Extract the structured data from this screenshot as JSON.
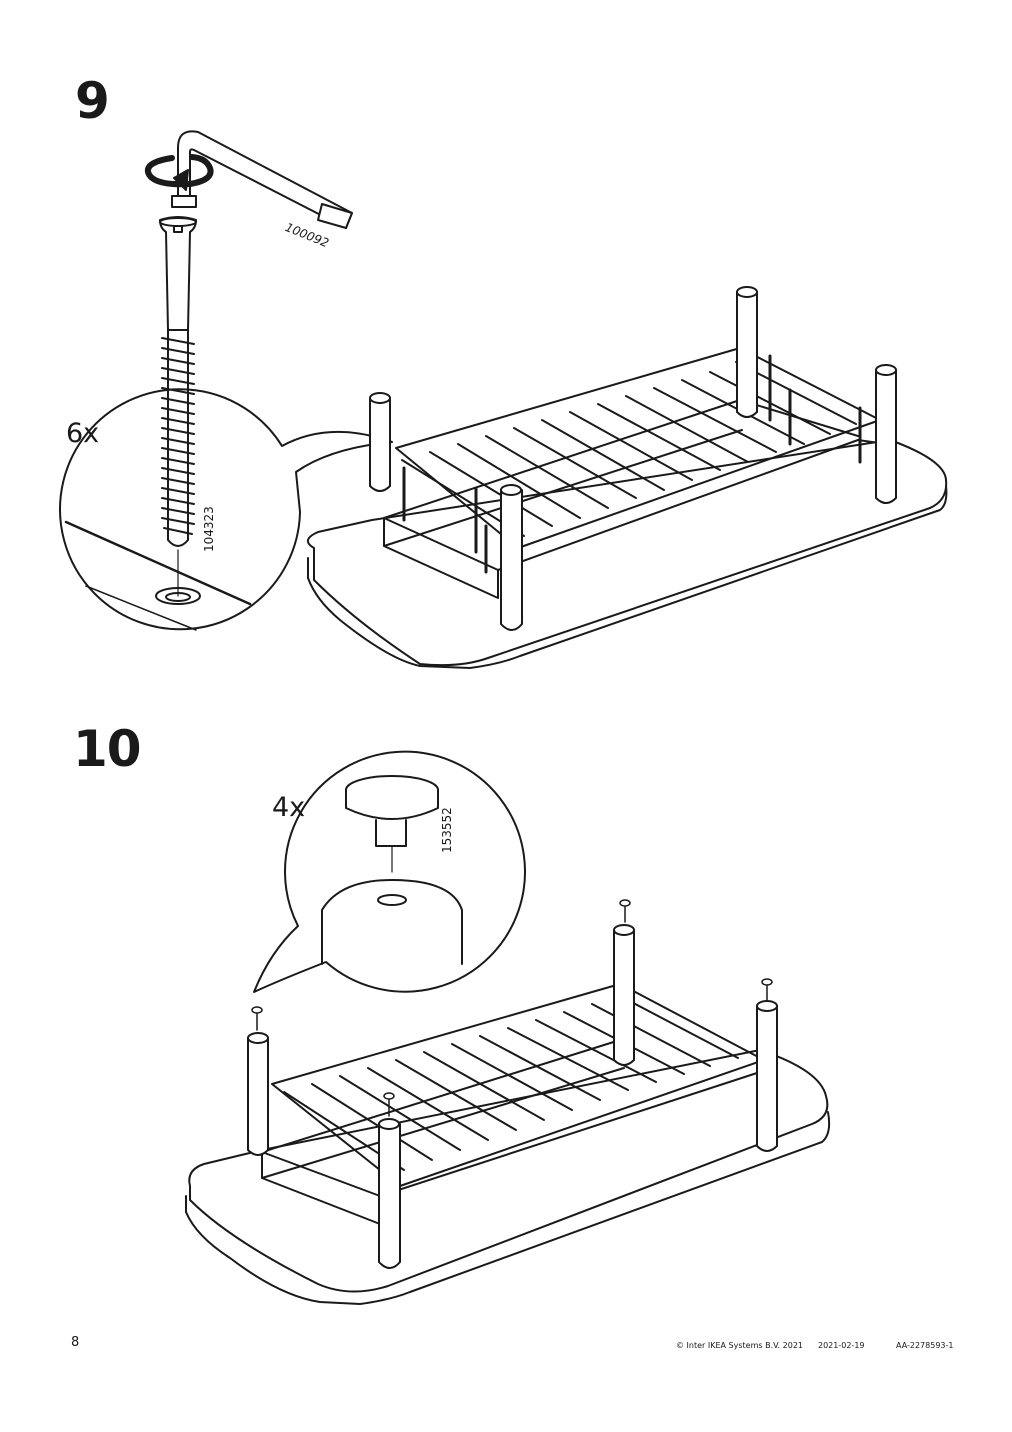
{
  "steps": [
    {
      "number": "9",
      "quantity": "6x",
      "tool_code": "100092",
      "part_code": "104323"
    },
    {
      "number": "10",
      "quantity": "4x",
      "part_code": "153552"
    }
  ],
  "footer": {
    "page_number": "8",
    "copyright": "© Inter IKEA Systems B.V. 2021",
    "date": "2021-02-19",
    "document_id": "AA-2278593-1"
  }
}
